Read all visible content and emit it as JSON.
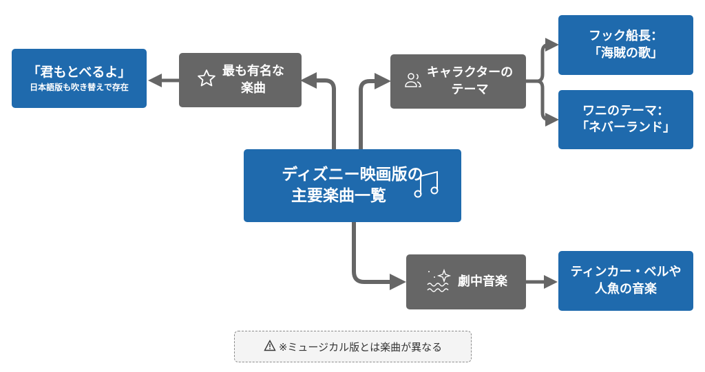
{
  "title": {
    "line1": "ディズニー映画版の",
    "line2": "主要楽曲一覧",
    "icon": "music-note-icon"
  },
  "famous": {
    "line1": "最も有名な",
    "line2": "楽曲",
    "icon": "star-icon"
  },
  "famous_song": {
    "line1": "「君もとべるよ」",
    "line2": "日本語版も吹き替えで存在"
  },
  "character": {
    "line1": "キャラクターの",
    "line2": "テーマ",
    "icon": "users-icon"
  },
  "hook": {
    "line1": "フック船長：",
    "line2": "「海賊の歌」"
  },
  "croc": {
    "line1": "ワニのテーマ：",
    "line2": "「ネバーランド」"
  },
  "bgm": {
    "label": "劇中音楽",
    "icon": "sparkle-waves-icon"
  },
  "bgm_detail": {
    "line1": "ティンカー・ベルや",
    "line2": "人魚の音楽"
  },
  "note": {
    "text": "※ミュージカル版とは楽曲が異なる",
    "icon": "warning-icon"
  },
  "colors": {
    "blue": "#1f6aad",
    "gray": "#666666"
  }
}
